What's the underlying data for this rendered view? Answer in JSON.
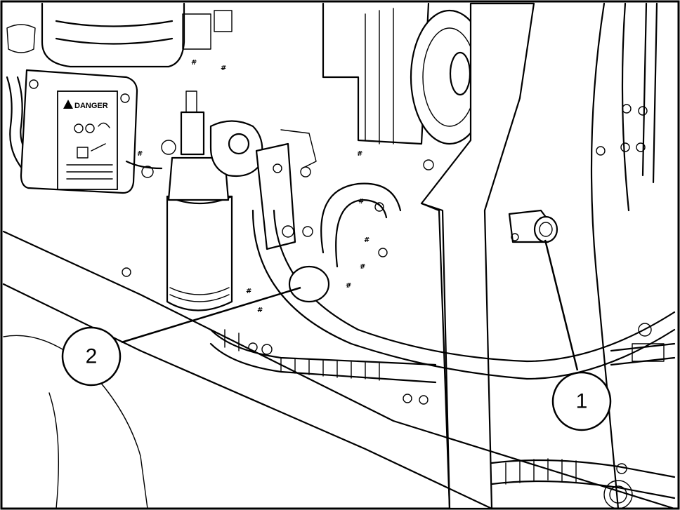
{
  "decal": {
    "signal_word": "DANGER"
  },
  "callouts": [
    {
      "id": "1",
      "label": "1"
    },
    {
      "id": "2",
      "label": "2"
    }
  ],
  "hose_marking": "#",
  "colors": {
    "line": "#000000",
    "background": "#ffffff"
  }
}
